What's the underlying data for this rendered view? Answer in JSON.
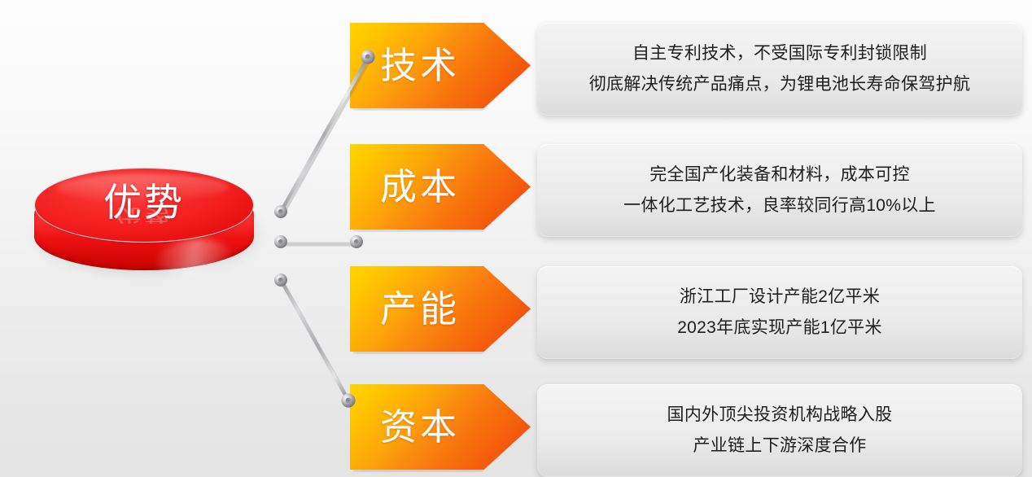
{
  "slide": {
    "hub": {
      "label": "优势",
      "color": "#F21E1E"
    },
    "accent_start": "#FFC800",
    "accent_end": "#EE460B",
    "card_bg": "#EDEDED",
    "items": [
      {
        "key": "technology",
        "badge": "技术",
        "lines": [
          "自主专利技术，不受国际专利封锁限制",
          "彻底解决传统产品痛点，为锂电池长寿命保驾护航"
        ]
      },
      {
        "key": "cost",
        "badge": "成本",
        "lines": [
          "完全国产化装备和材料，成本可控",
          "一体化工艺技术，良率较同行高10%以上"
        ]
      },
      {
        "key": "capacity",
        "badge": "产能",
        "lines": [
          "浙江工厂设计产能2亿平米",
          "2023年底实现产能1亿平米"
        ]
      },
      {
        "key": "capital",
        "badge": "资本",
        "lines": [
          "国内外顶尖投资机构战略入股",
          "产业链上下游深度合作"
        ]
      }
    ]
  }
}
